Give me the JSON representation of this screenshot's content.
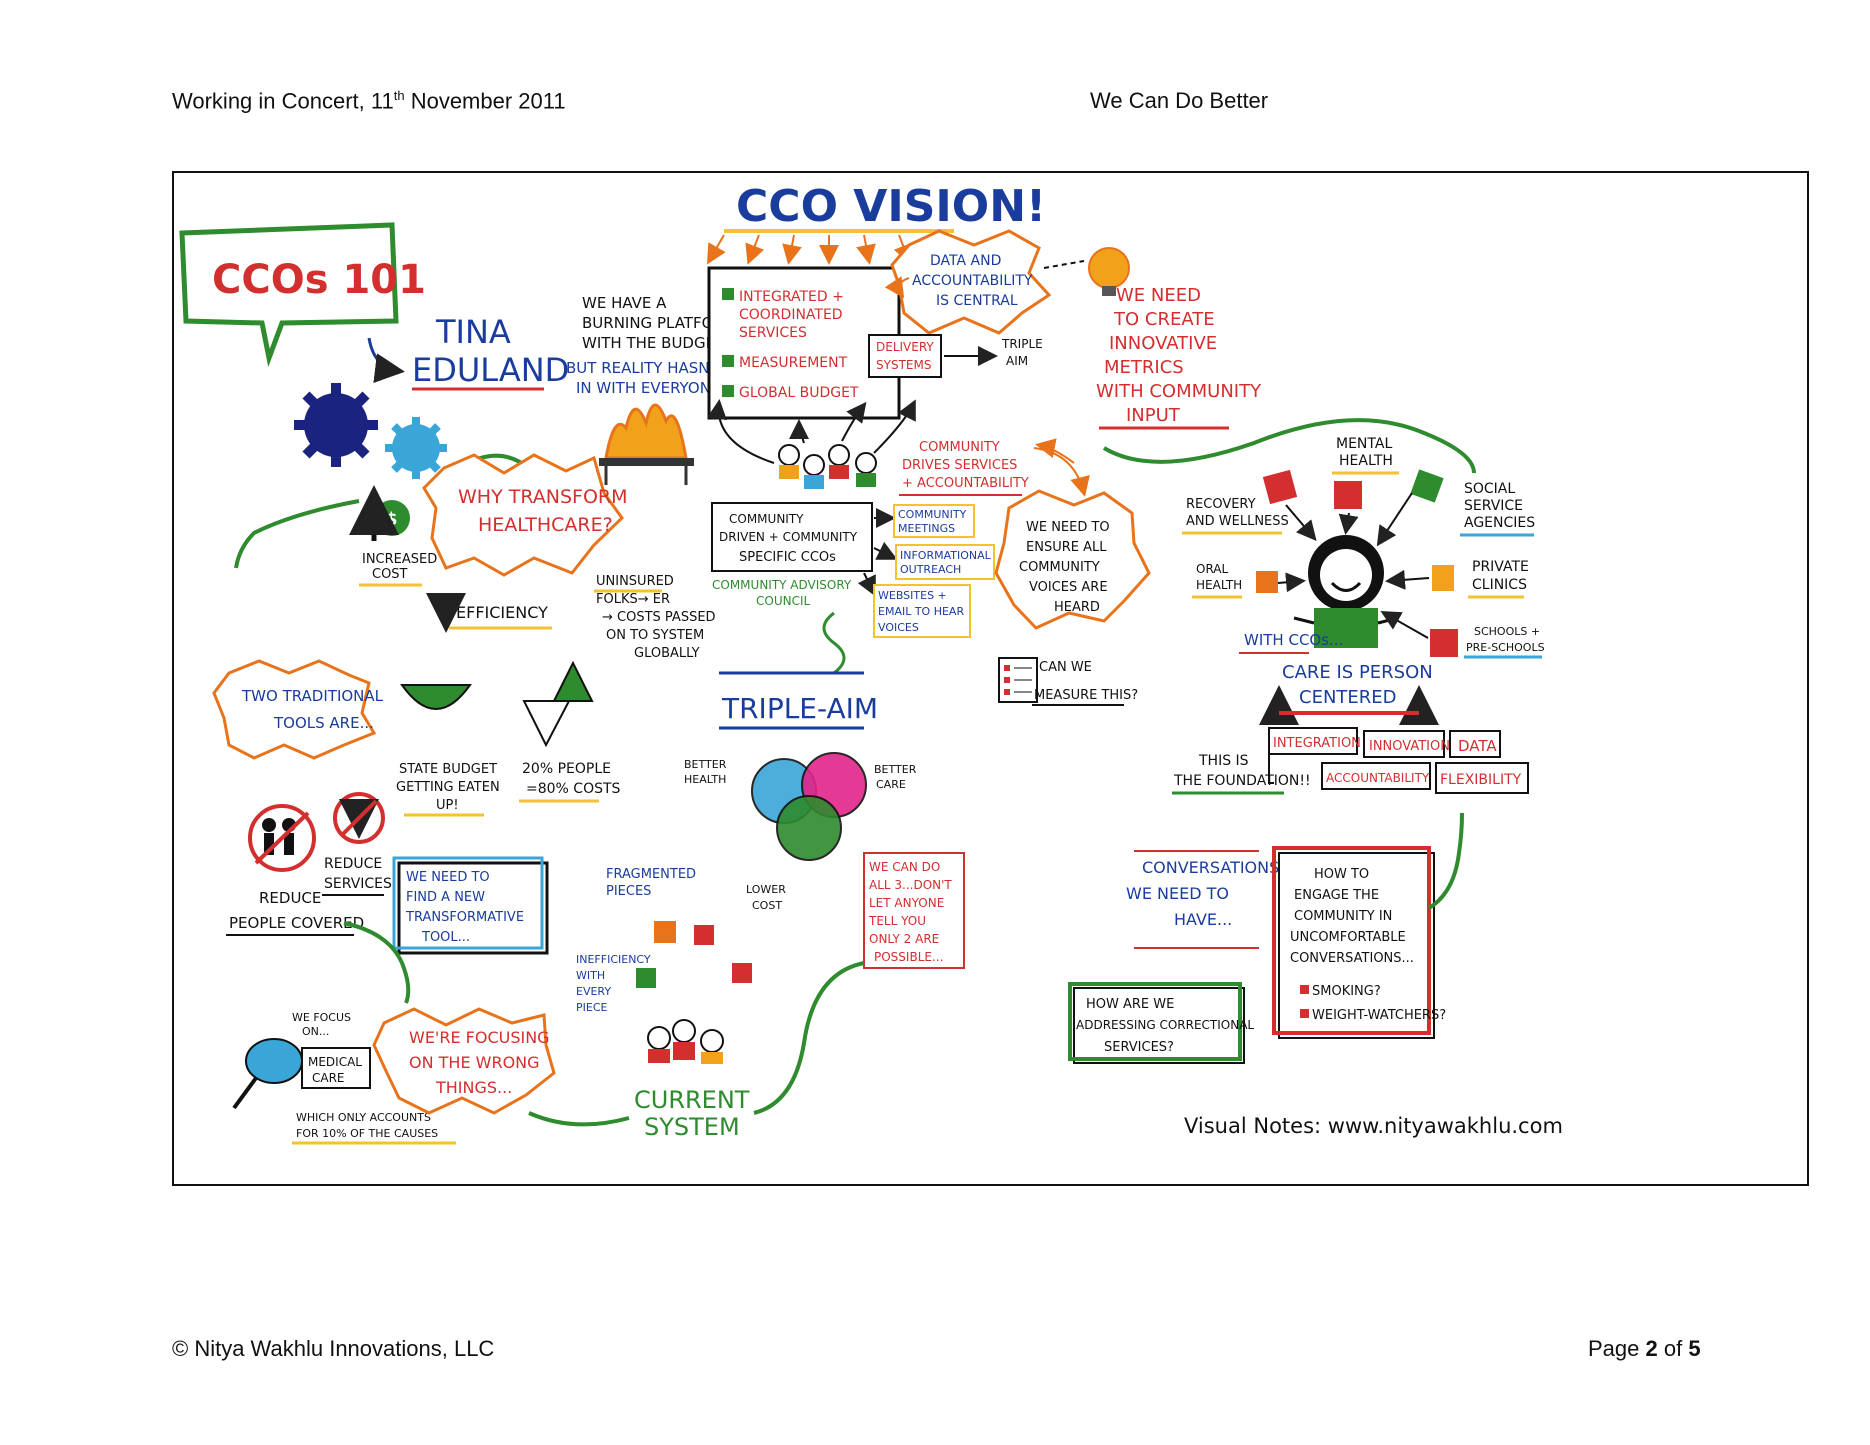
{
  "header": {
    "left_pre": "Working in Concert, 11",
    "left_sup": "th",
    "left_post": " November 2011",
    "right": "We Can Do Better"
  },
  "footer": {
    "left": "© Nitya Wakhlu Innovations, LLC",
    "page_pre": "Page ",
    "page_num": "2",
    "page_mid": " of ",
    "page_total": "5"
  },
  "colors": {
    "red": "#d32f2f",
    "blue": "#1a3c9c",
    "green": "#2e8b2e",
    "orange": "#e8731a",
    "yellow": "#f2c230",
    "lightblue": "#3aa6d8",
    "magenta": "#e2248a"
  },
  "notes": {
    "ccos101": "CCOs 101",
    "tina1": "TINA",
    "tina2": "EDULAND",
    "burning1": "WE HAVE A",
    "burning2": "BURNING PLATFORM",
    "burning3": "WITH THE BUDGET..",
    "burning4": "BUT REALITY HASN'T SET",
    "burning5": "IN WITH EVERYONE",
    "why1": "WHY TRANSFORM",
    "why2": "HEALTHCARE?",
    "increased1": "INCREASED",
    "increased2": "COST",
    "efficiency": "EFFICIENCY",
    "uninsured1": "UNINSURED",
    "uninsured2": "FOLKS→ ER",
    "uninsured3": "→ COSTS PASSED",
    "uninsured4": "ON TO SYSTEM",
    "uninsured5": "GLOBALLY",
    "state1": "STATE BUDGET",
    "state2": "GETTING EATEN",
    "state3": "UP!",
    "pct1": "20% PEOPLE",
    "pct2": "=80% COSTS",
    "twotools1": "TWO TRADITIONAL",
    "twotools2": "TOOLS ARE...",
    "reduce_people1": "REDUCE",
    "reduce_people2": "PEOPLE COVERED",
    "reduce_services1": "REDUCE",
    "reduce_services2": "SERVICES",
    "newtool1": "WE NEED TO",
    "newtool2": "FIND A NEW",
    "newtool3": "TRANSFORMATIVE",
    "newtool4": "TOOL...",
    "focus1": "WE FOCUS",
    "focus2": "ON...",
    "medical1": "MEDICAL",
    "medical2": "CARE",
    "accounts1": "WHICH ONLY ACCOUNTS",
    "accounts2": "FOR 10% OF THE CAUSES",
    "wrong1": "WE'RE FOCUSING",
    "wrong2": "ON THE WRONG",
    "wrong3": "THINGS...",
    "vision": "CCO VISION!",
    "integrated1": "INTEGRATED +",
    "integrated2": "COORDINATED",
    "integrated3": "SERVICES",
    "measurement": "MEASUREMENT",
    "global_budget": "GLOBAL BUDGET",
    "data1": "DATA AND",
    "data2": "ACCOUNTABILITY",
    "data3": "IS CENTRAL",
    "delivery1": "DELIVERY",
    "delivery2": "SYSTEMS",
    "triple_aim_small1": "TRIPLE",
    "triple_aim_small2": "AIM",
    "metrics1": "WE NEED",
    "metrics2": "TO CREATE",
    "metrics3": "INNOVATIVE",
    "metrics4": "METRICS",
    "metrics5": "WITH COMMUNITY",
    "metrics6": "INPUT",
    "drives1": "COMMUNITY",
    "drives2": "DRIVES SERVICES",
    "drives3": "+ ACCOUNTABILITY",
    "cdriven1": "COMMUNITY",
    "cdriven2": "DRIVEN + COMMUNITY",
    "cdriven3": "SPECIFIC CCOs",
    "advisory1": "COMMUNITY ADVISORY",
    "advisory2": "COUNCIL",
    "meetings1": "COMMUNITY",
    "meetings2": "MEETINGS",
    "outreach1": "INFORMATIONAL",
    "outreach2": "OUTREACH",
    "websites1": "WEBSITES +",
    "websites2": "EMAIL TO HEAR",
    "websites3": "VOICES",
    "ensure1": "WE NEED TO",
    "ensure2": "ENSURE ALL",
    "ensure3": "COMMUNITY",
    "ensure4": "VOICES ARE",
    "ensure5": "HEARD",
    "measure1": "CAN WE",
    "measure2": "MEASURE THIS?",
    "triple_aim": "TRIPLE-AIM",
    "better_health1": "BETTER",
    "better_health2": "HEALTH",
    "better_care1": "BETTER",
    "better_care2": "CARE",
    "lower_cost1": "LOWER",
    "lower_cost2": "COST",
    "all3_1": "WE CAN DO",
    "all3_2": "ALL 3...DON'T",
    "all3_3": "LET ANYONE",
    "all3_4": "TELL YOU",
    "all3_5": "ONLY 2 ARE",
    "all3_6": "POSSIBLE...",
    "fragmented1": "FRAGMENTED",
    "fragmented2": "PIECES",
    "ineff1": "INEFFICIENCY",
    "ineff2": "WITH",
    "ineff3": "EVERY",
    "ineff4": "PIECE",
    "current1": "CURRENT",
    "current2": "SYSTEM",
    "mental1": "MENTAL",
    "mental2": "HEALTH",
    "recovery1": "RECOVERY",
    "recovery2": "AND WELLNESS",
    "social1": "SOCIAL",
    "social2": "SERVICE",
    "social3": "AGENCIES",
    "oral1": "ORAL",
    "oral2": "HEALTH",
    "private1": "PRIVATE",
    "private2": "CLINICS",
    "schools1": "SCHOOLS +",
    "schools2": "PRE-SCHOOLS",
    "withccos": "WITH CCOs...",
    "care1": "CARE IS PERSON",
    "care2": "CENTERED",
    "foundation1": "THIS IS",
    "foundation2": "THE FOUNDATION!!",
    "integration": "INTEGRATION",
    "innovation": "INNOVATION",
    "data": "DATA",
    "accountability": "ACCOUNTABILITY",
    "flexibility": "FLEXIBILITY",
    "conv1": "CONVERSATIONS",
    "conv2": "WE NEED TO",
    "conv3": "HAVE...",
    "engage1": "HOW TO",
    "engage2": "ENGAGE THE",
    "engage3": "COMMUNITY IN",
    "engage4": "UNCOMFORTABLE",
    "engage5": "CONVERSATIONS...",
    "smoking": "SMOKING?",
    "weight": "WEIGHT-WATCHERS?",
    "correct1": "HOW ARE WE",
    "correct2": "ADDRESSING CORRECTIONAL",
    "correct3": "SERVICES?",
    "credit": "Visual Notes: www.nityawakhlu.com"
  }
}
